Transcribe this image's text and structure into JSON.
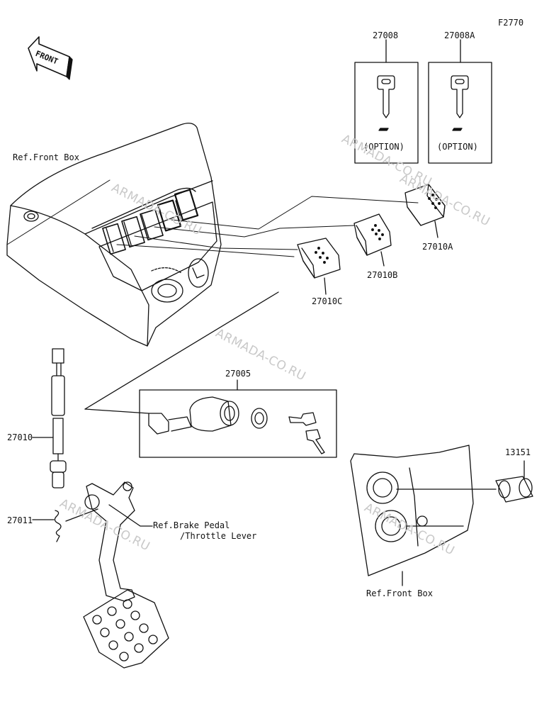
{
  "diagram": {
    "code": "F2770",
    "front_label": "FRONT",
    "option_label": "(OPTION)",
    "watermark": "ARMADA-CO.RU",
    "parts": {
      "p27008": "27008",
      "p27008a": "27008A",
      "p27010a": "27010A",
      "p27010b": "27010B",
      "p27010c": "27010C",
      "p27005": "27005",
      "p27010": "27010",
      "p27011": "27011",
      "p13151": "13151"
    },
    "refs": {
      "front_box_top": "Ref.Front Box",
      "brake_pedal": "Ref.Brake Pedal",
      "throttle_lever": "/Throttle Lever",
      "front_box_bottom": "Ref.Front Box"
    }
  },
  "colors": {
    "line": "#111111",
    "watermark": "#c9c9c9"
  }
}
